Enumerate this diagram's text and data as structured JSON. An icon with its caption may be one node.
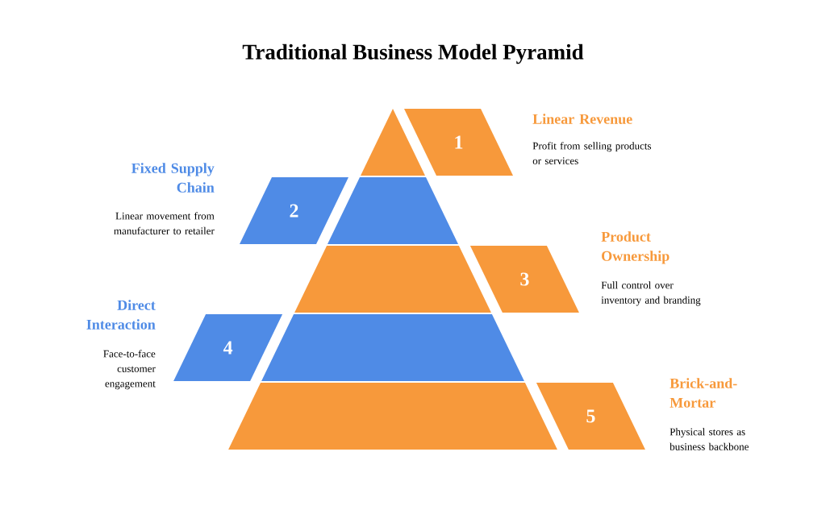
{
  "diagram": {
    "title": "Traditional Business Model Pyramid",
    "nodes": [
      {
        "text": [
          "1"
        ],
        "beside": [
          "Linear Revenue",
          "Profit from selling products or services"
        ]
      },
      {
        "text": [
          "2"
        ],
        "beside": [
          "Fixed Supply Chain",
          "Linear movement from manufacturer to retailer"
        ]
      },
      {
        "text": [
          "3"
        ],
        "beside": [
          "Product Ownership",
          "Full control over inventory and branding"
        ]
      },
      {
        "text": [
          "4"
        ],
        "beside": [
          "Direct Interaction",
          "Face-to-face customer engagement"
        ]
      },
      {
        "text": [
          "5"
        ],
        "beside": [
          "Brick-and-Mortar",
          "Physical stores as business backbone"
        ]
      },
      {
        "text": [],
        "shape": "triangle"
      },
      {
        "text": [],
        "shape": "trapezoid"
      },
      {
        "text": [],
        "shape": "trapezoid"
      },
      {
        "text": [],
        "shape": "trapezoid"
      },
      {
        "text": [],
        "shape": "trapezoid"
      }
    ],
    "edges": []
  }
}
